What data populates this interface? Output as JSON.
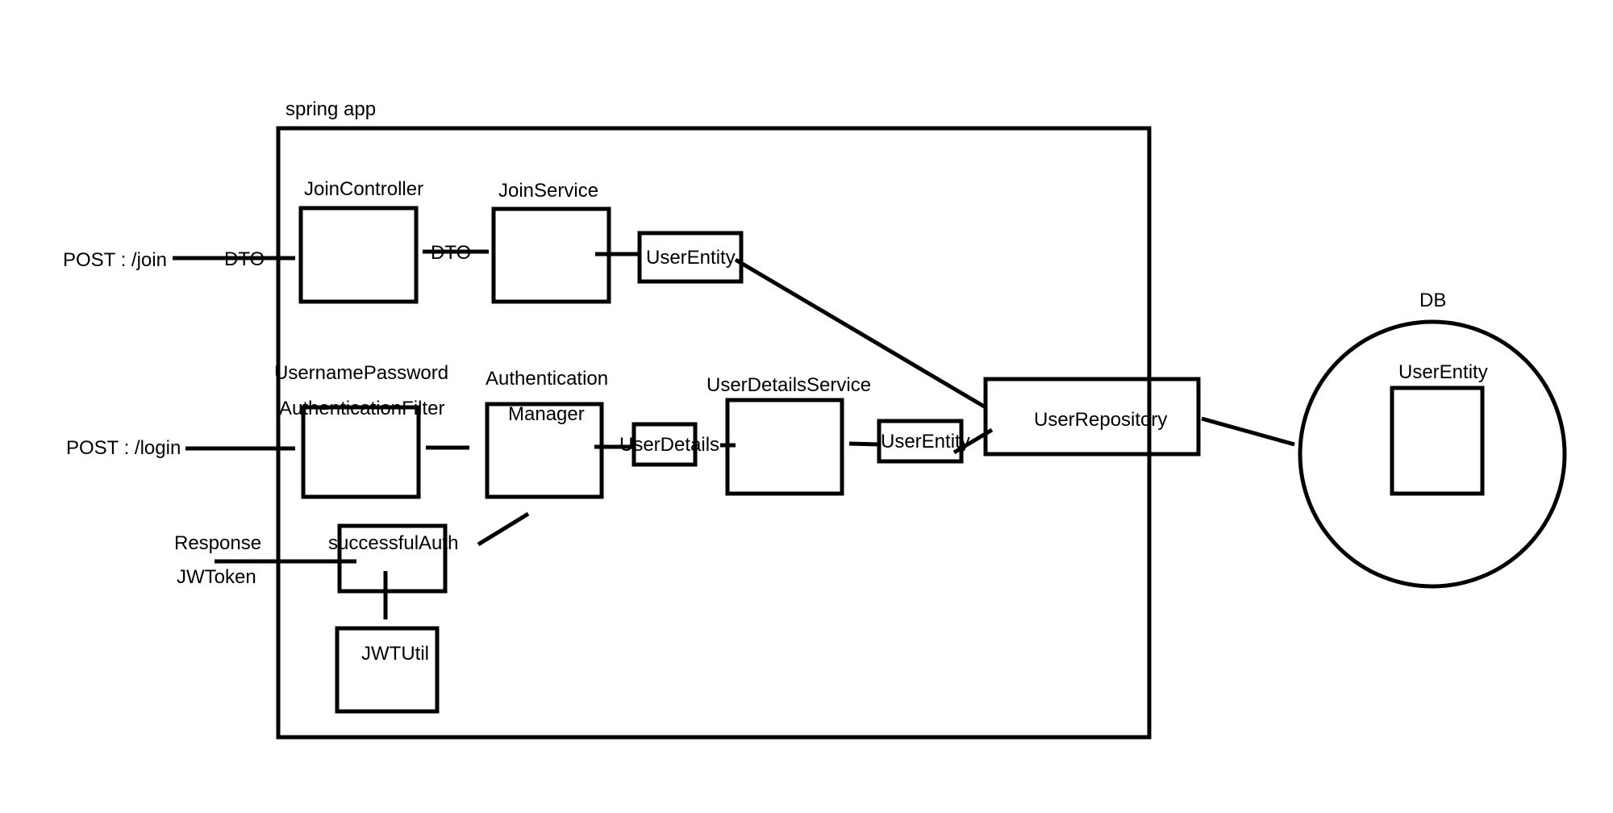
{
  "diagram": {
    "container_label": "spring app",
    "endpoints": {
      "join": "POST : /join",
      "login": "POST : /login",
      "response_line1": "Response",
      "response_line2": "JWToken"
    },
    "components": {
      "join_controller": "JoinController",
      "join_service": "JoinService",
      "user_entity_join": "UserEntity",
      "filter_line1": "UsernamePassword",
      "filter_line2": "AuthenticationFilter",
      "auth_manager_line1": "Authentication",
      "auth_manager_line2": "Manager",
      "user_details": "UserDetails",
      "user_details_service": "UserDetailsService",
      "user_entity_login": "UserEntity",
      "user_repository": "UserRepository",
      "successful_auth": "successfulAuth",
      "jwt_util": "JWTUtil"
    },
    "edge_labels": {
      "dto_1": "DTO",
      "dto_2": "DTO"
    },
    "database": {
      "label": "DB",
      "entity": "UserEntity"
    }
  }
}
